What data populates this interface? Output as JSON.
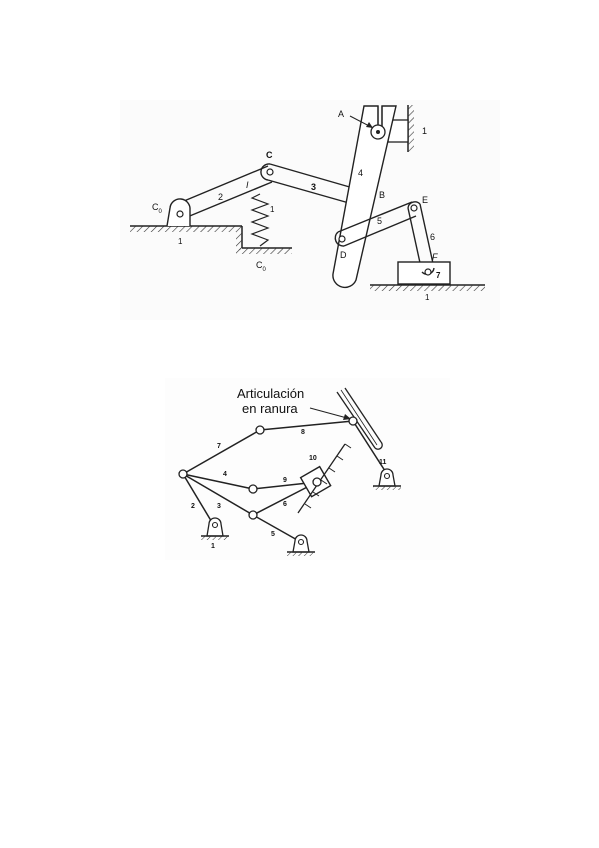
{
  "figure1": {
    "labels": {
      "A": "A",
      "ground_top_right": "1",
      "C": "C",
      "link4": "4",
      "link3": "3",
      "B": "B",
      "link2": "2",
      "I": "I",
      "spring_num": "1",
      "C0": "C",
      "C0_sub": "0",
      "ground_left": "1",
      "C0_bottom": "C",
      "C0_bottom_sub": "0",
      "E": "E",
      "link5": "5",
      "link6": "6",
      "D": "D",
      "F": "F",
      "link7": "7",
      "ground_bottom_right": "1"
    }
  },
  "figure2": {
    "caption_line1": "Articulación",
    "caption_line2": "en ranura",
    "labels": {
      "n1": "1",
      "n2": "2",
      "n3": "3",
      "n4": "4",
      "n5": "5",
      "n6": "6",
      "n7": "7",
      "n8": "8",
      "n9": "9",
      "n10": "10",
      "n11": "11"
    }
  }
}
